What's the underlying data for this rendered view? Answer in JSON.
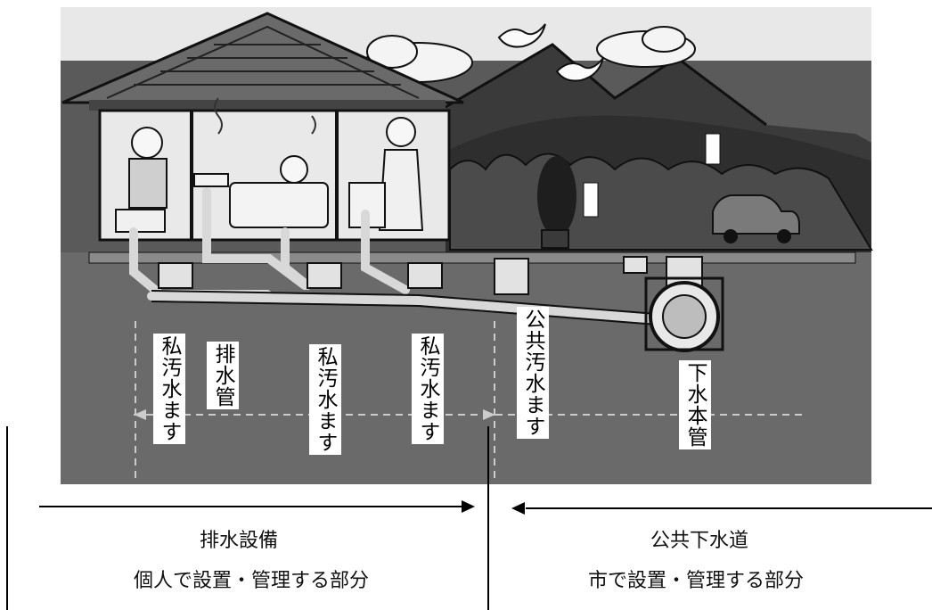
{
  "labels": {
    "private_basin_1": "私汚水ます",
    "drain_pipe": "排水管",
    "private_basin_2": "私汚水ます",
    "private_basin_3": "私汚水ます",
    "public_basin": "公共汚水ます",
    "main_sewer": "下水本管"
  },
  "sections": {
    "private": {
      "title": "排水設備",
      "description": "個人で設置・管理する部分"
    },
    "public": {
      "title": "公共下水道",
      "description": "市で設置・管理する部分"
    }
  }
}
